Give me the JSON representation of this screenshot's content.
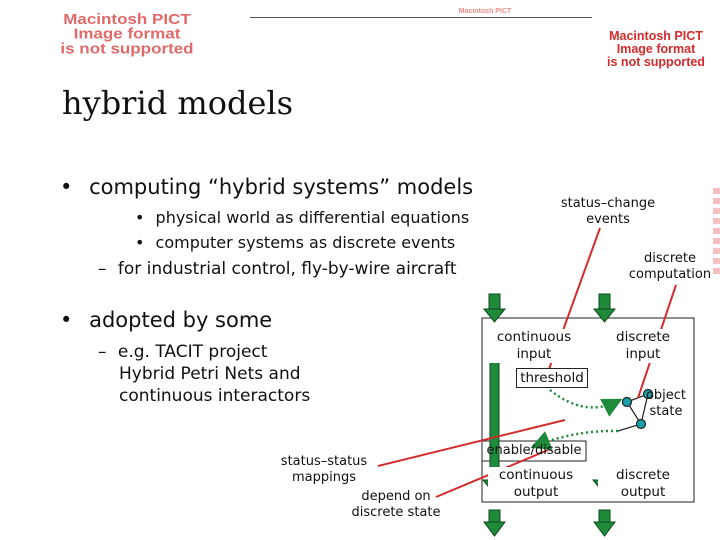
{
  "pict_notice": {
    "line1": "Macintosh PICT",
    "line2": "Image format",
    "line3": "is not supported"
  },
  "title": "hybrid models",
  "bullets": {
    "main1": "computing “hybrid systems” models",
    "sub1": "physical world as differential equations",
    "sub2": "computer systems as discrete events",
    "sub3": "for industrial control, fly-by-wire aircraft",
    "main2": "adopted by some",
    "sub4_line1": "e.g. TACIT project",
    "sub4_line2": "Hybrid Petri Nets and",
    "sub4_line3": "continuous interactors"
  },
  "markers": {
    "bullet": "•",
    "dash": "–"
  },
  "annotations": {
    "status_change_line1": "status–change",
    "status_change_line2": "events",
    "discrete_computation_line1": "discrete",
    "discrete_computation_line2": "computation",
    "status_status_line1": "status–status",
    "status_status_line2": "mappings",
    "depend_line1": "depend on",
    "depend_line2": "discrete state"
  },
  "diagram": {
    "continuous_input_line1": "continuous",
    "continuous_input_line2": "input",
    "discrete_input_line1": "discrete",
    "discrete_input_line2": "input",
    "threshold": "threshold",
    "object_state_line1": "object",
    "object_state_line2": "state",
    "enable_disable": "enable/disable",
    "continuous_output_line1": "continuous",
    "continuous_output_line2": "output",
    "discrete_output_line1": "discrete",
    "discrete_output_line2": "output"
  },
  "colors": {
    "arrow_fill": "#1e8a3a",
    "arrow_stroke": "#0b4a1d",
    "connector": "#d42b2b",
    "dotted": "#1e8a3a",
    "node": "#1a9ea8",
    "pict_text": "#d42b2b"
  }
}
